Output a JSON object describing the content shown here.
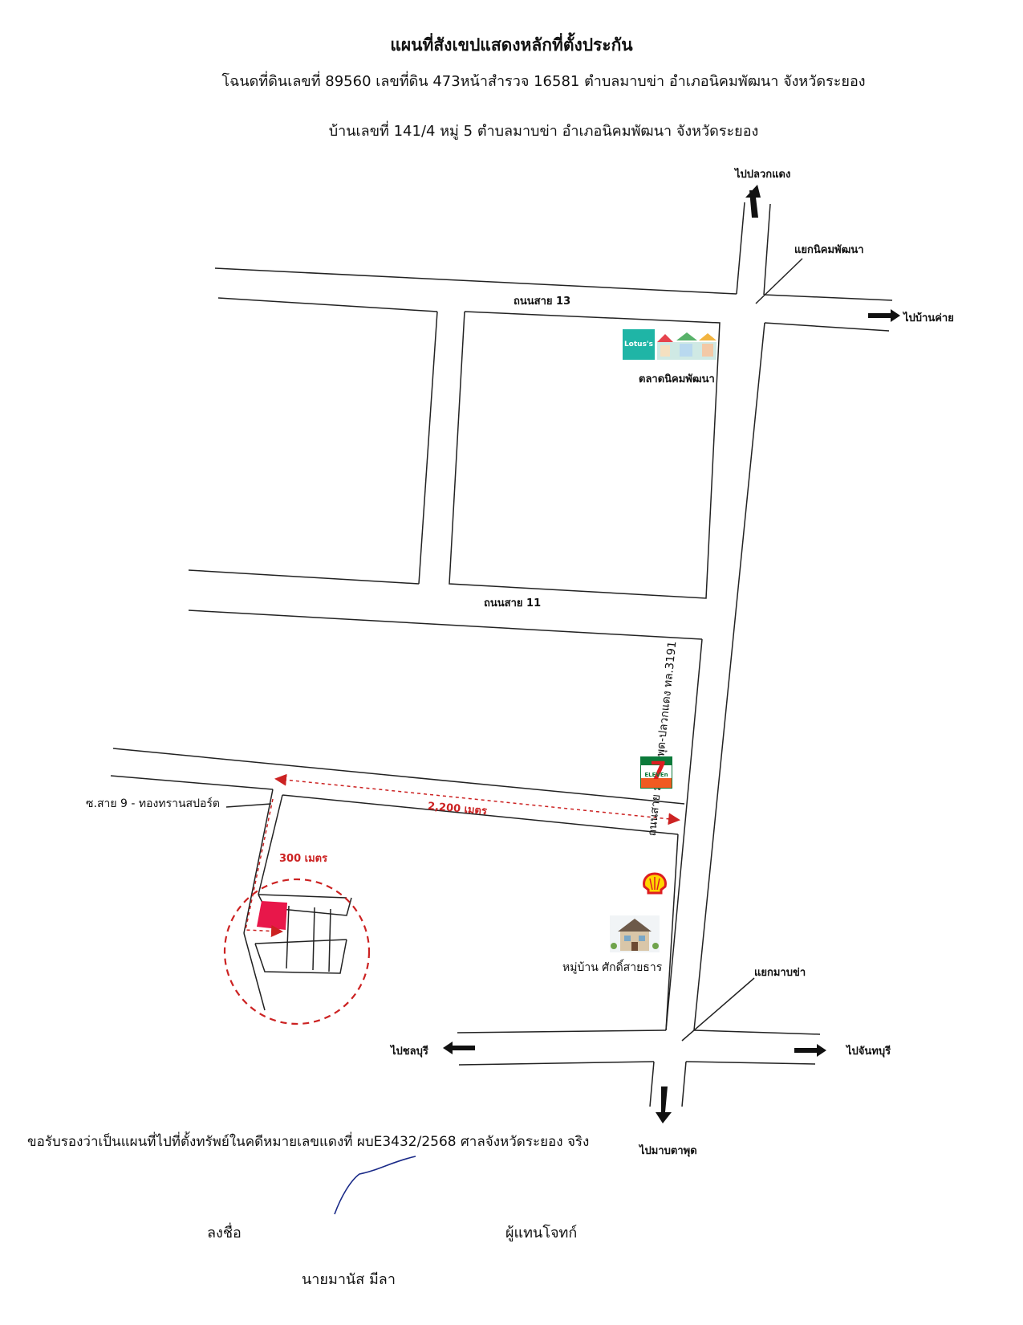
{
  "header": {
    "title": "แผนที่สังเขปแสดงหลักที่ตั้งประกัน",
    "line1": "โฉนดที่ดินเลขที่ 89560  เลขที่ดิน  473หน้าสำรวจ 16581  ตำบลมาบข่า  อำเภอนิคมพัฒนา  จังหวัดระยอง",
    "line2": "บ้านเลขที่ 141/4 หมู่ 5 ตำบลมาบข่า  อำเภอนิคมพัฒนา  จังหวัดระยอง"
  },
  "map": {
    "to_pluak_daeng": "ไปปลวกแดง",
    "nikhom_junction": "แยกนิคมพัฒนา",
    "to_ban_khai": "ไปบ้านค่าย",
    "road_13": "ถนนสาย 13",
    "road_11": "ถนนสาย 11",
    "market": "ตลาดนิคมพัฒนา",
    "lotus_logo": "Lotus's",
    "soi_9": "ซ.สาย 9 - ทองทรานสปอร์ต",
    "distance_main": "2,200 เมตร",
    "distance_soi": "300 เมตร",
    "main_road": "ถนนสาย มาบตาพุด-ปลวกแดง ทล.3191",
    "village": "หมู่บ้าน ศักดิ์สายธาร",
    "map_kha_junction": "แยกมาบข่า",
    "to_chonburi": "ไปชลบุรี",
    "to_chanthaburi": "ไปจันทบุรี",
    "to_map_ta_phut": "ไปมาบตาพุด",
    "seven_eleven_logo": "ELEVEn",
    "colors": {
      "route": "#cc2222",
      "plot": "#e8174a",
      "lotus": "#1fb5a6",
      "seven_green": "#0c7a3a",
      "seven_orange": "#f05a22",
      "shell_red": "#dd1d21",
      "shell_yellow": "#ffd500"
    }
  },
  "footer": {
    "certification": "ขอรับรองว่าเป็นแผนที่ไปที่ตั้งทรัพย์ในคดีหมายเลขแดงที่ ผบE3432/2568 ศาลจังหวัดระยอง จริง",
    "sign_label": "ลงชื่อ",
    "role": "ผู้แทนโจทก์",
    "name": "นายมานัส    มีลา"
  }
}
